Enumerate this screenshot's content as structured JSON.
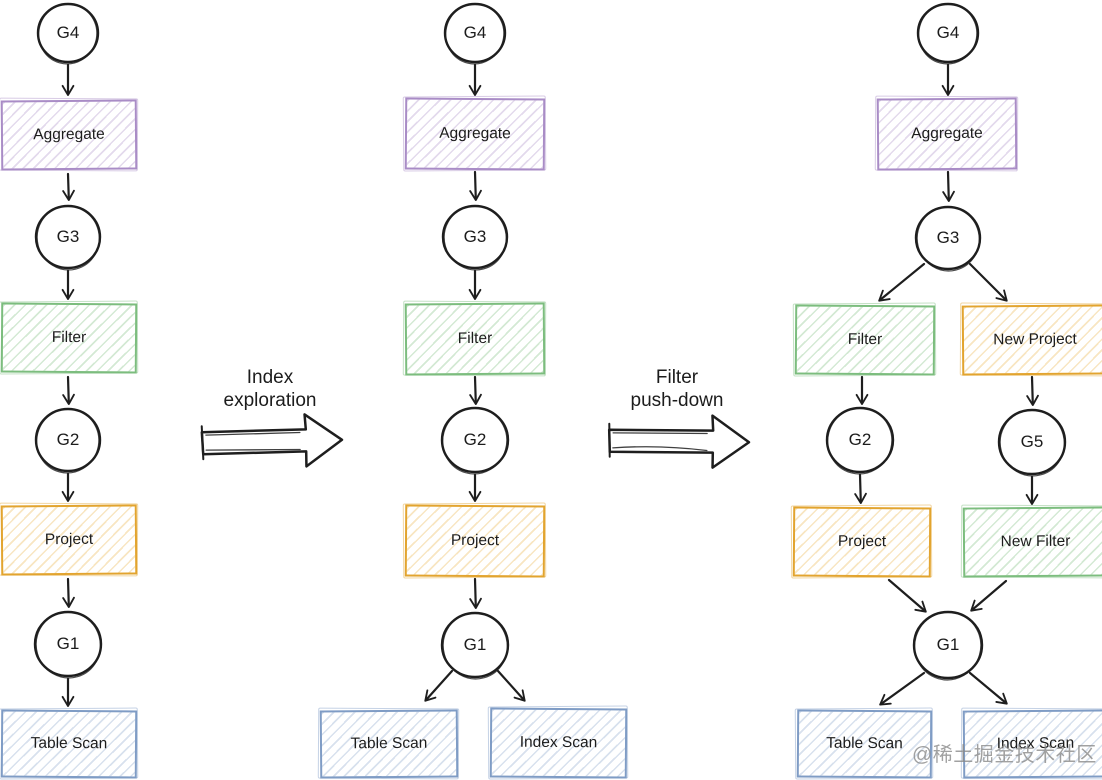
{
  "diagram_left": {
    "g4": "G4",
    "aggregate": "Aggregate",
    "g3": "G3",
    "filter": "Filter",
    "g2": "G2",
    "project": "Project",
    "g1": "G1",
    "table_scan": "Table Scan"
  },
  "transform_index": {
    "line1": "Index",
    "line2": "exploration"
  },
  "diagram_middle": {
    "g4": "G4",
    "aggregate": "Aggregate",
    "g3": "G3",
    "filter": "Filter",
    "g2": "G2",
    "project": "Project",
    "g1": "G1",
    "table_scan": "Table Scan",
    "index_scan": "Index Scan"
  },
  "transform_filter": {
    "line1": "Filter",
    "line2": "push-down"
  },
  "diagram_right": {
    "g4": "G4",
    "aggregate": "Aggregate",
    "g3": "G3",
    "filter": "Filter",
    "new_project": "New Project",
    "g2": "G2",
    "g5": "G5",
    "project": "Project",
    "new_filter": "New Filter",
    "g1": "G1",
    "table_scan": "Table Scan",
    "index_scan": "Index Scan"
  },
  "watermark": "@稀土掘金技术社区",
  "colors": {
    "aggregate_border": "#a98cc6",
    "filter_border": "#7cbd7e",
    "project_border": "#e2a42f",
    "scan_border": "#7f9cc5",
    "ink": "#1e1e1e"
  }
}
